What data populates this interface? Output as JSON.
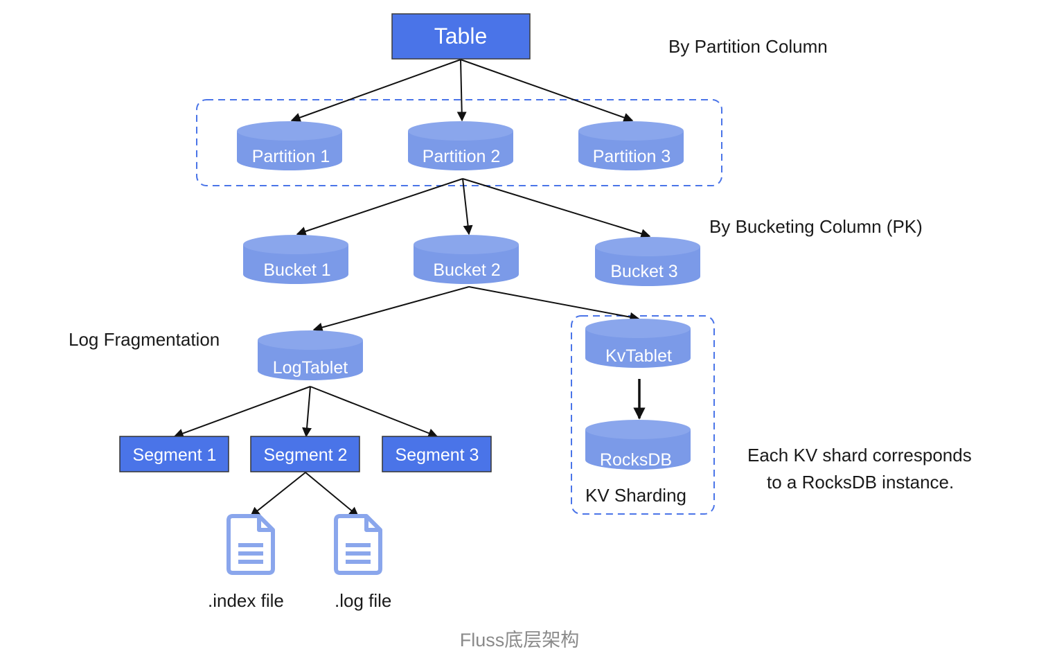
{
  "table": {
    "label": "Table"
  },
  "partitions": [
    {
      "label": "Partition 1"
    },
    {
      "label": "Partition 2"
    },
    {
      "label": "Partition 3"
    }
  ],
  "buckets": [
    {
      "label": "Bucket 1"
    },
    {
      "label": "Bucket 2"
    },
    {
      "label": "Bucket 3"
    }
  ],
  "log_tablet": {
    "label": "LogTablet"
  },
  "segments": [
    {
      "label": "Segment 1"
    },
    {
      "label": "Segment 2"
    },
    {
      "label": "Segment 3"
    }
  ],
  "files": [
    {
      "label": ".index file",
      "icon": "document-icon"
    },
    {
      "label": ".log file",
      "icon": "document-icon"
    }
  ],
  "kv": {
    "tablet_label": "KvTablet",
    "rocksdb_label": "RocksDB",
    "group_label": "KV Sharding"
  },
  "annotations": {
    "partition": "By Partition Column",
    "bucketing": "By Bucketing Column (PK)",
    "log_fragmentation": "Log Fragmentation",
    "kv_note_line1": "Each KV shard corresponds",
    "kv_note_line2": "to a RocksDB instance."
  },
  "caption": "Fluss底层架构",
  "colors": {
    "box_fill": "#4a74e8",
    "cylinder_body": "#7b9ae8",
    "cylinder_top": "#8aa6ec",
    "dashed_border": "#4a74e8",
    "doc_icon": "#8aa6ec"
  }
}
